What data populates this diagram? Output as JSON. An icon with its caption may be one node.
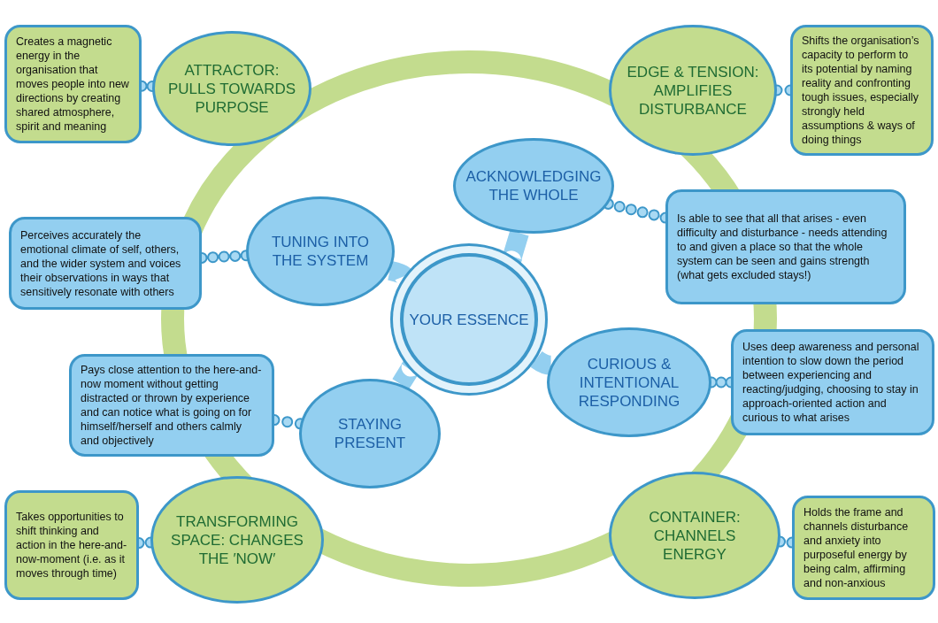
{
  "diagram": {
    "nodes": [
      {
        "text": [
          "ATTRACTOR: PULLS TOWARDS PURPOSE"
        ]
      },
      {
        "text": [
          "Creates a magnetic energy in the organisation that moves people into new directions by creating shared atmosphere, spirit and meaning"
        ]
      },
      {
        "text": [
          "EDGE & TENSION: AMPLIFIES DISTURBANCE"
        ]
      },
      {
        "text": [
          "Shifts the organisation’s capacity to perform to its potential by naming reality and confronting tough issues, especially strongly held assumptions & ways of doing things"
        ]
      },
      {
        "text": [
          "ACKNOWLEDGING THE WHOLE"
        ]
      },
      {
        "text": [
          "TUNING INTO THE SYSTEM"
        ]
      },
      {
        "text": [
          "Perceives accurately the emotional climate of self, others, and the wider system and voices their observations in ways that sensitively resonate with others"
        ]
      },
      {
        "text": [
          "Is able to see that all that arises - even difficulty and disturbance - needs attending to and given a place so that the whole system can be seen and gains strength (what gets excluded stays!)"
        ]
      },
      {
        "text": [
          "YOUR ESSENCE"
        ]
      },
      {
        "text": [
          "CURIOUS & INTENTIONAL RESPONDING"
        ]
      },
      {
        "text": [
          "Uses deep awareness and personal intention to slow down the period between experiencing and reacting/judging, choosing to stay in approach-oriented action and curious to what arises"
        ]
      },
      {
        "text": [
          "Pays close attention to the here-and-now moment without getting distracted or thrown by experience and can notice what is going on for himself/herself and others calmly and objectively"
        ]
      },
      {
        "text": [
          "STAYING PRESENT"
        ]
      },
      {
        "text": [
          "TRANSFORMING SPACE: CHANGES THE ′NOW′"
        ]
      },
      {
        "text": [
          "Takes opportunities to shift thinking and action in the here-and-now-moment (i.e. as it moves through time)"
        ]
      },
      {
        "text": [
          "CONTAINER: CHANNELS ENERGY"
        ]
      },
      {
        "text": [
          "Holds the frame and channels disturbance and anxiety into purposeful energy by being calm, affirming and non-anxious"
        ]
      }
    ],
    "edges": [
      {
        "from": 8,
        "to": 4,
        "arrow": "none",
        "style": "thick"
      },
      {
        "from": 8,
        "to": 5,
        "arrow": "none",
        "style": "thick"
      },
      {
        "from": 8,
        "to": 9,
        "arrow": "none",
        "style": "thick"
      },
      {
        "from": 8,
        "to": 12,
        "arrow": "none",
        "style": "thick"
      },
      {
        "from": 1,
        "to": 0,
        "arrow": "none"
      },
      {
        "from": 3,
        "to": 2,
        "arrow": "none"
      },
      {
        "from": 6,
        "to": 5,
        "arrow": "none"
      },
      {
        "from": 7,
        "to": 4,
        "arrow": "none"
      },
      {
        "from": 11,
        "to": 12,
        "arrow": "none"
      },
      {
        "from": 10,
        "to": 9,
        "arrow": "none"
      },
      {
        "from": 14,
        "to": 13,
        "arrow": "none"
      },
      {
        "from": 16,
        "to": 15,
        "arrow": "none"
      }
    ]
  }
}
